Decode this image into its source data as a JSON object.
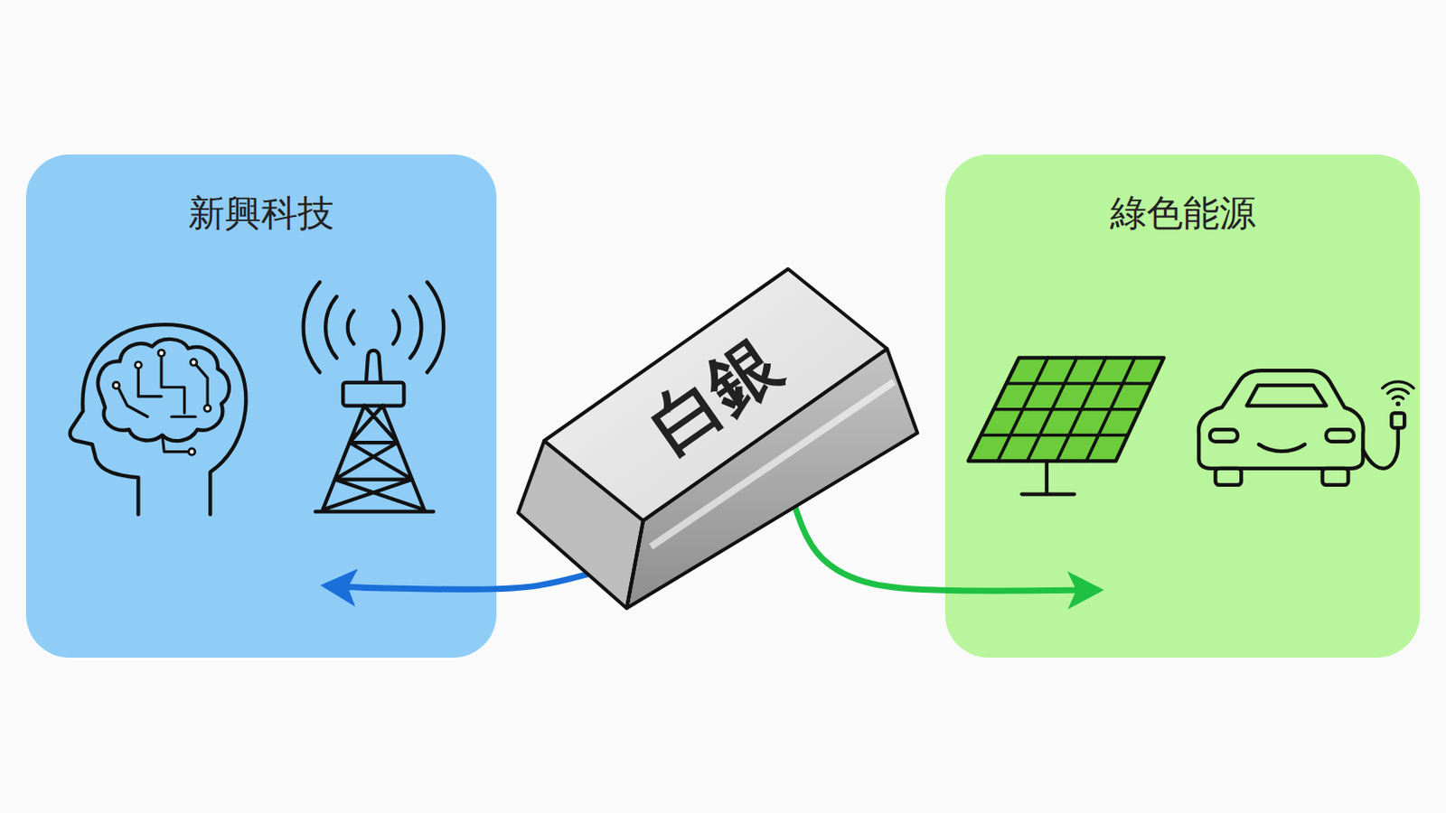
{
  "diagram": {
    "nodes": [
      {
        "text": [
          "新興科技"
        ]
      },
      {
        "text": [
          "白銀"
        ]
      },
      {
        "text": [
          "綠色能源"
        ]
      }
    ],
    "edges": [
      {
        "from": 1,
        "to": 0,
        "arrow": "to"
      },
      {
        "from": 1,
        "to": 2,
        "arrow": "to"
      }
    ]
  }
}
